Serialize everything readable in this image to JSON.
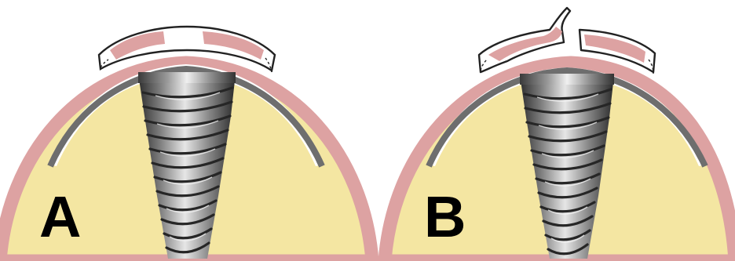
{
  "figure": {
    "panels": [
      {
        "id": "A",
        "label": "A",
        "variant": "intact-flap"
      },
      {
        "id": "B",
        "label": "B",
        "variant": "flap-with-perforation"
      }
    ],
    "colors": {
      "background": "#ffffff",
      "bone": "#f4e6a2",
      "bone_edge": "#e8d888",
      "soft_tissue": "#dda2a2",
      "membrane": "#6e6e6e",
      "outline": "#222222",
      "implant_dark": "#2e2e2e",
      "implant_mid": "#7c7c7c",
      "implant_light": "#e6e6e6"
    },
    "icons": [
      "dental-implant",
      "barrier-membrane",
      "mucosal-flap"
    ]
  }
}
